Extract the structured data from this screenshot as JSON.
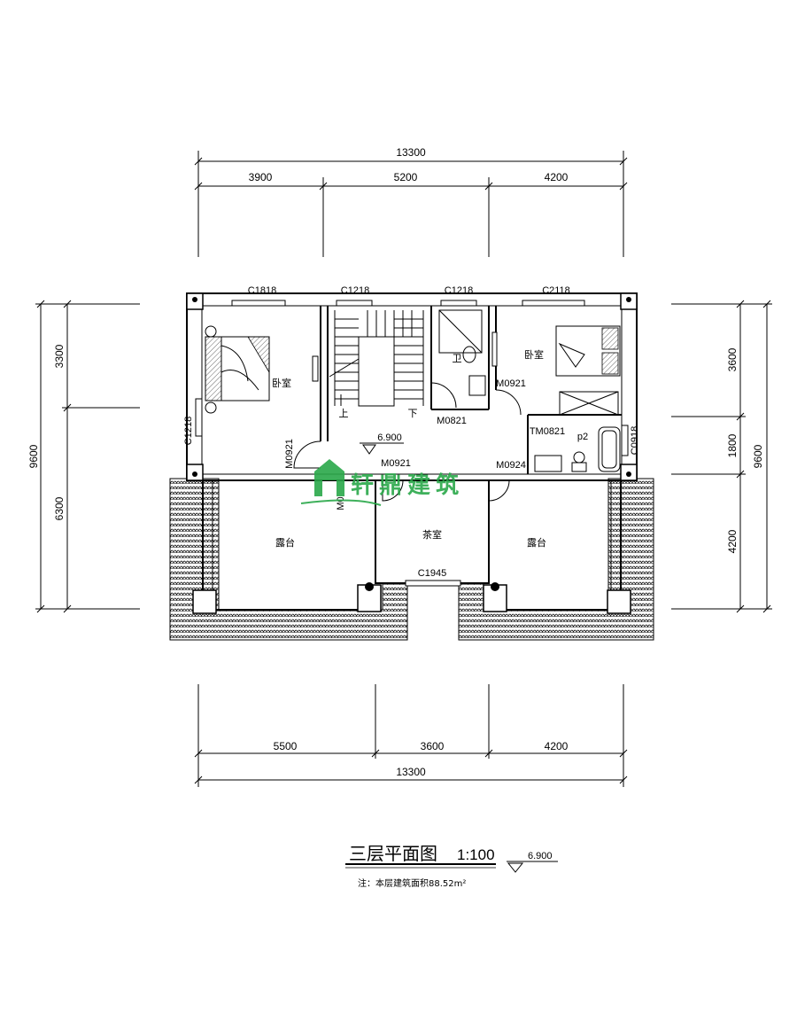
{
  "dimensions": {
    "top_total": "13300",
    "top_segments": [
      "3900",
      "5200",
      "4200"
    ],
    "bottom_segments": [
      "5500",
      "3600",
      "4200"
    ],
    "bottom_total": "13300",
    "left_total": "9600",
    "left_segments": [
      "3300",
      "6300"
    ],
    "right_total": "9600",
    "right_segments": [
      "3600",
      "1800",
      "4200"
    ]
  },
  "windows": {
    "w1": "C1818",
    "w2": "C1218",
    "w3": "C1218",
    "w4": "C2118",
    "w5": "C1218",
    "w6": "C0918",
    "w7": "C1945"
  },
  "doors": {
    "d1": "M0921",
    "d2": "M0921",
    "d3": "M0821",
    "d4": "M0921",
    "d5": "TM0821",
    "d6": "M0924",
    "d7": "M0"
  },
  "rooms": {
    "bedroom_left": "卧室",
    "bedroom_right": "卧室",
    "bath": "卫",
    "stairs_up": "上",
    "stairs_down": "下",
    "balcony_left": "露台",
    "balcony_right": "露台",
    "tea_room": "茶室",
    "p2": "p2"
  },
  "elevation_mark": "6.900",
  "logo_text": "轩鼎建筑",
  "title": {
    "name": "三层平面图",
    "scale": "1:100",
    "elevation": "6.900",
    "note": "注：本层建筑面积88.52m²"
  }
}
